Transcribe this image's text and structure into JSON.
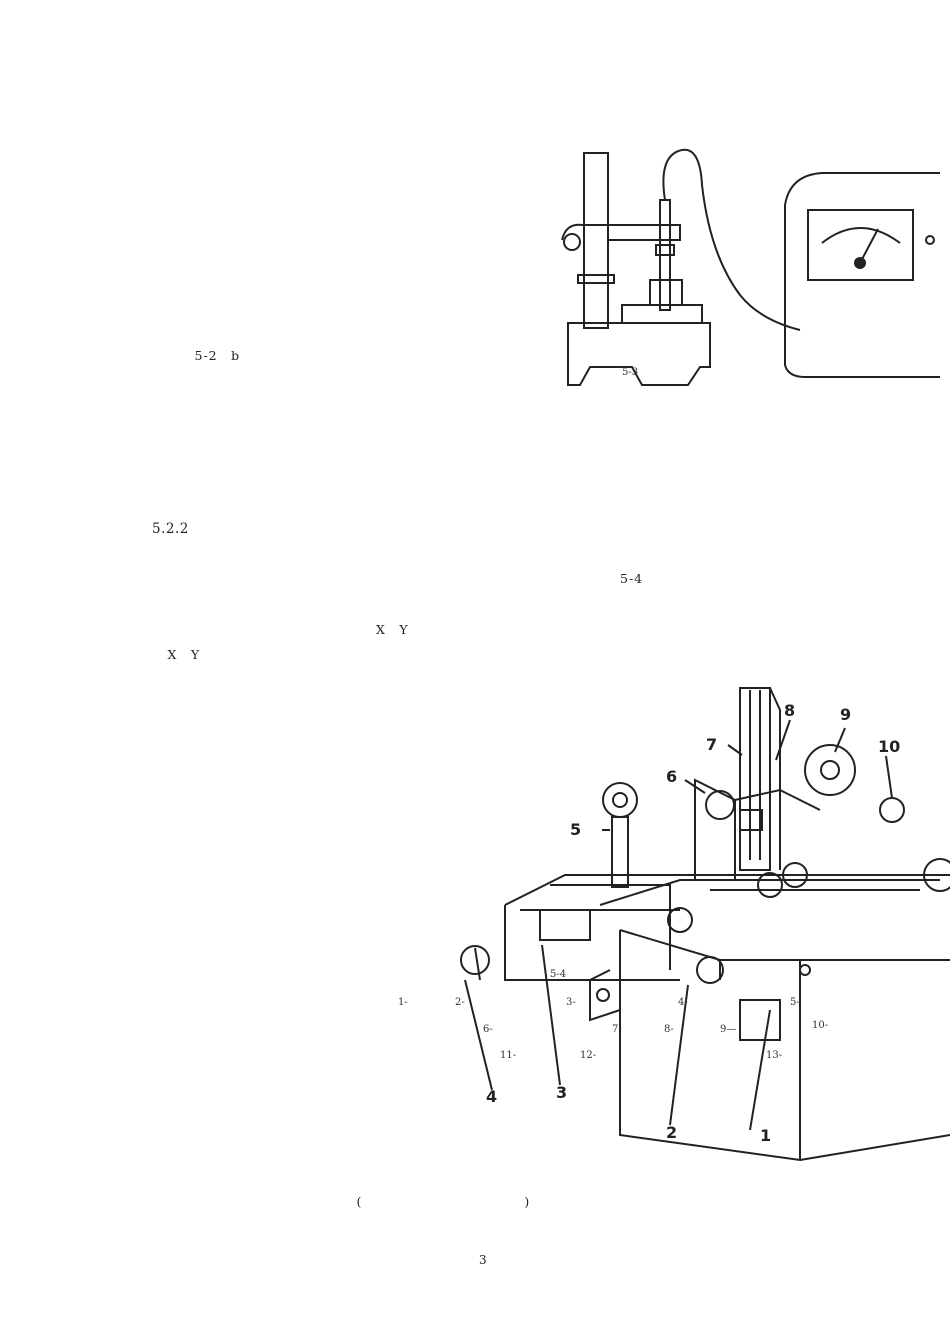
{
  "paragraph1": [
    "　　　　　　　　　　　　　　",
    "　　　　　　　　　　　　　　　",
    "　　　　　　　　　　　　　　　",
    "　　　　　　　　　　　　　　　",
    "　　　　　　　　　　　　　　　",
    "　　　　　　　　　　　　　　　　　　　　　　　　　　　　　",
    "　　　　　　　　　　　　　　　　　　　　　　　　　　　",
    "　　　　　　　　　　　　　　",
    "　　　　　　　　　　　　　　　",
    "　　　　　5-2　b　　　　　　　　",
    "　　　　　　　　　　　　　　　"
  ],
  "paragraph2": [
    "　　　　　　　　　　　　　　　　　　　　　　　　　　　",
    "　　　　　　　　　　　　　　　　　　　　　　　　　　　　",
    "　　　　　　　　　　　　　　　　　　　　　　　　　　　　",
    "　　　　　　"
  ],
  "figure_5_3": {
    "caption": "　5-3　　　　　"
  },
  "section_heading": "5.2.2　　　　　　　　　　",
  "ref_line": {
    "text": "　　　　　　　　　　　　　　　　　　　　　",
    "figref": "5-4　　"
  },
  "xy_line1": "　　　　　　　　　　　　　　　　X　Y　　　　　　　　　　　　　　　　　　　　",
  "xy_line2": "　　　X　Y　　　　　　　　　　　　　　　　　　　　　　　　　　　　　　　　",
  "left_column": [
    "　　　　　　　　　　　　　",
    "　　　　　　　　　　　　　",
    "　　　　　　　　　　　　　",
    "　　　　　　　　　　　　　",
    "　　　　　　　　　　　　　",
    "　　　　　　　　　　　　　",
    "　　　　　　　　　　　　　",
    "　　　　　　　",
    "　　　　　　　　　　　　　",
    "　　　　　　　　　　　　　",
    "　　　　　　　　　　　　　",
    "　　　　　　　　　　　　　",
    "　　　　　",
    "　　　　　　　　　　　　　",
    "　　　　　　　　　　　　　　",
    "　　　　　　　　　　　　　　",
    "　　　　　　　　　　　　　　",
    "　　　　　　　　　　　　　　",
    "　　　　　　　　　　　　　"
  ],
  "figure_5_4": {
    "title": "　5-4　　　　　",
    "legend": [
      [
        "1-　　　",
        "2-　　　　　　",
        "3-　　　　　　",
        "4-　　　　　　",
        "5-　　"
      ],
      [
        "　　　　　",
        "6-　　　　　　　　",
        "7-　　　",
        "8-　　　",
        "9—　　　　　",
        "10-"
      ],
      [
        "　　　　　　",
        "11-　　　　",
        "12-　　　　　　　　　　　　",
        "13-　　　"
      ],
      [
        "　　　"
      ]
    ],
    "numbers": [
      "1",
      "2",
      "3",
      "4",
      "5",
      "6",
      "7",
      "8",
      "9",
      "10"
    ]
  },
  "bottom_lines": [
    "　　　　　　　　　　　　　　　　　　　　　　　　　　　",
    "　　　　　　　　　　　　　　　　　　　　　　　　　　　",
    "　　　　　　　　　　　　　　　　　(　　　　　　　　　　　　)　　　　　　　　　　"
  ],
  "page_number": "3"
}
